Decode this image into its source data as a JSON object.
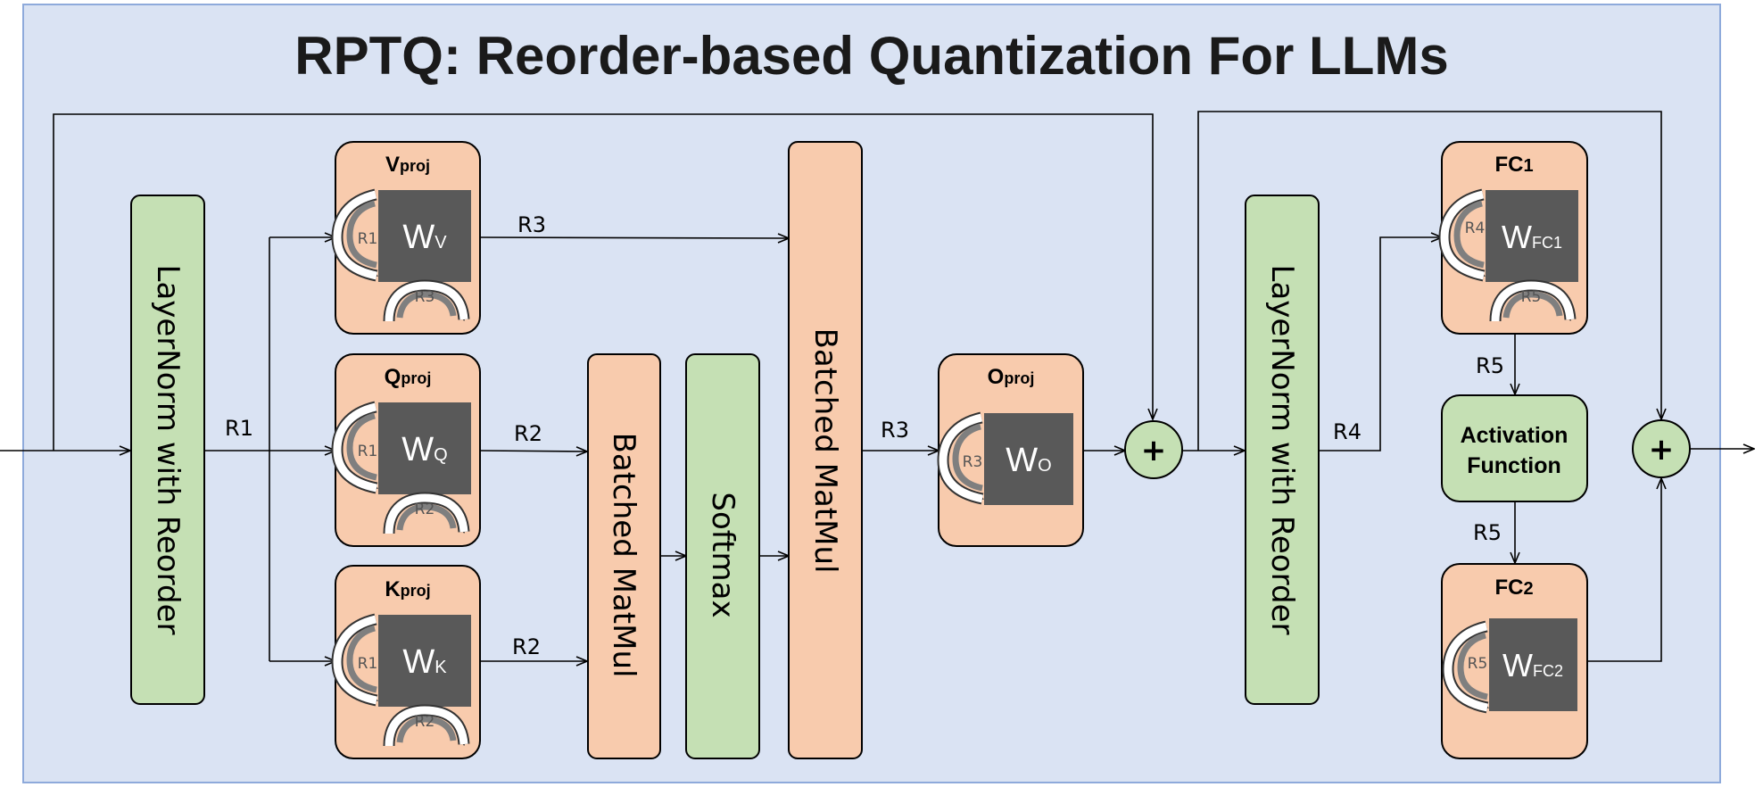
{
  "title": "RPTQ: Reorder-based Quantization For LLMs",
  "colors": {
    "background": "#dae3f3",
    "border": "#8eaadb",
    "green": "#c5e0b4",
    "peach": "#f8cbad",
    "weight": "#595959",
    "line": "#000000"
  },
  "layernorm1": {
    "label": "LayerNorm with Reorder"
  },
  "layernorm2": {
    "label": "LayerNorm with Reorder"
  },
  "vproj": {
    "name": "V",
    "sub": "proj",
    "weight": "W",
    "weight_sub": "V",
    "r_in": "R1",
    "r_out": "R3"
  },
  "qproj": {
    "name": "Q",
    "sub": "proj",
    "weight": "W",
    "weight_sub": "Q",
    "r_in": "R1",
    "r_out": "R2"
  },
  "kproj": {
    "name": "K",
    "sub": "proj",
    "weight": "W",
    "weight_sub": "K",
    "r_in": "R1",
    "r_out": "R2"
  },
  "oproj": {
    "name": "O",
    "sub": "proj",
    "weight": "W",
    "weight_sub": "O",
    "r_in": "R3"
  },
  "fc1": {
    "name": "FC",
    "sub": "1",
    "weight": "W",
    "weight_sub": "FC1",
    "r_in": "R4",
    "r_out": "R5"
  },
  "fc2": {
    "name": "FC",
    "sub": "2",
    "weight": "W",
    "weight_sub": "FC2",
    "r_in": "R5"
  },
  "batched_matmul_1": {
    "label": "Batched MatMul"
  },
  "softmax": {
    "label": "Softmax"
  },
  "batched_matmul_2": {
    "label": "Batched MatMul"
  },
  "activation": {
    "line1": "Activation",
    "line2": "Function"
  },
  "plus_symbol": "+",
  "edges": {
    "r1": "R1",
    "v_to_bmm2": "R3",
    "q_to_bmm1": "R2",
    "k_to_bmm1": "R2",
    "bmm2_to_o": "R3",
    "ln2_to_fc1": "R4",
    "fc1_to_act": "R5",
    "act_to_fc2": "R5"
  }
}
